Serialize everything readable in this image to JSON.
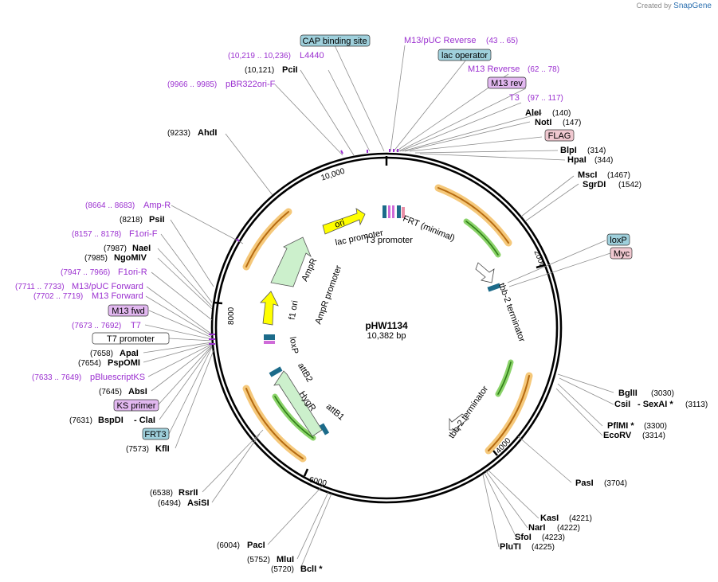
{
  "app": {
    "watermark_prefix": "Created by",
    "watermark_brand": "SnapGene"
  },
  "plasmid": {
    "name": "pHW1134",
    "length": "10,382 bp"
  },
  "ticks": {
    "t10000": "10,000",
    "t2000": "2000",
    "t4000": "4000",
    "t6000": "6000",
    "t8000": "8000"
  },
  "colors": {
    "purple": "#9b30d0",
    "feature_blue": "#9fd0dc",
    "feature_pink": "#f0c8d0",
    "feature_purple": "#e2b8f0",
    "promoter_green": "#ccf0cc",
    "ori_yellow": "#ffff00",
    "orange_halo": "#f5c87a",
    "green_halo": "#8bd36a"
  },
  "labels": {
    "cap": "CAP binding site",
    "m13puc_rev": "M13/pUC Reverse",
    "m13puc_rev_pos": "(43 .. 65)",
    "lac_op": "lac operator",
    "m13rev": "M13 Reverse",
    "m13rev_pos": "(62 .. 78)",
    "m13rev_box": "M13 rev",
    "t3": "T3",
    "t3_pos": "(97 .. 117)",
    "alei": "AleI",
    "alei_pos": "(140)",
    "noti": "NotI",
    "noti_pos": "(147)",
    "flag": "FLAG",
    "blpi": "BlpI",
    "blpi_pos": "(314)",
    "hpai": "HpaI",
    "hpai_pos": "(344)",
    "msci": "MscI",
    "msci_pos": "(1467)",
    "sgrdi": "SgrDI",
    "sgrdi_pos": "(1542)",
    "loxp_box": "loxP",
    "myc_box": "Myc",
    "bglii": "BglII",
    "bglii_pos": "(3030)",
    "csii": "CsiI",
    "sexai": "- SexAI *",
    "csii_pos": "(3113)",
    "pflmi": "PflMI *",
    "pflmi_pos": "(3300)",
    "ecorv": "EcoRV",
    "ecorv_pos": "(3314)",
    "pasi": "PasI",
    "pasi_pos": "(3704)",
    "kasi": "KasI",
    "kasi_pos": "(4221)",
    "nari": "NarI",
    "nari_pos": "(4222)",
    "sfoi": "SfoI",
    "sfoi_pos": "(4223)",
    "pluti": "PluTI",
    "pluti_pos": "(4225)",
    "l4440": "L4440",
    "l4440_pos": "(10,219 .. 10,236)",
    "pcii": "PciI",
    "pcii_pos": "(10,121)",
    "pbr": "pBR322ori-F",
    "pbr_pos": "(9966 .. 9985)",
    "ahdi": "AhdI",
    "ahdi_pos": "(9233)",
    "ampr": "Amp-R",
    "ampr_pos": "(8664 .. 8683)",
    "psii": "PsiI",
    "psii_pos": "(8218)",
    "f1orif": "F1ori-F",
    "f1orif_pos": "(8157 .. 8178)",
    "naei": "NaeI",
    "naei_pos": "(7987)",
    "ngomiv": "NgoMIV",
    "ngomiv_pos": "(7985)",
    "f1orir": "F1ori-R",
    "f1orir_pos": "(7947 .. 7966)",
    "m13puc_fwd": "M13/pUC Forward",
    "m13puc_fwd_pos": "(7711 .. 7733)",
    "m13fwd": "M13 Forward",
    "m13fwd_pos": "(7702 .. 7719)",
    "m13fwd_box": "M13 fwd",
    "t7": "T7",
    "t7_pos": "(7673 .. 7692)",
    "t7prom": "T7 promoter",
    "apai": "ApaI",
    "apai_pos": "(7658)",
    "pspomi": "PspOMI",
    "pspomi_pos": "(7654)",
    "pbks": "pBluescriptKS",
    "pbks_pos": "(7633 .. 7649)",
    "absi": "AbsI",
    "absi_pos": "(7645)",
    "ksprimer": "KS primer",
    "bspdi": "BspDI",
    "clai": "- ClaI",
    "bspdi_pos": "(7631)",
    "frt3": "FRT3",
    "kfli": "KflI",
    "kfli_pos": "(7573)",
    "rsrii": "RsrII",
    "rsrii_pos": "(6538)",
    "asisi": "AsiSI",
    "asisi_pos": "(6494)",
    "paci": "PacI",
    "paci_pos": "(6004)",
    "mlui": "MluI",
    "mlui_pos": "(5752)",
    "bcli": "BclI *",
    "bcli_pos": "(5720)"
  },
  "inner_labels": {
    "ori": "ori",
    "lac_promoter": "lac promoter",
    "t3_promoter": "T3 promoter",
    "frt_minimal": "FRT (minimal)",
    "ampr": "AmpR",
    "ampr_promoter": "AmpR promoter",
    "f1ori": "f1 ori",
    "loxp": "loxP",
    "attb2": "attB2",
    "hygr": "HygR",
    "attb1": "attB1",
    "tbb2_term_1": "tbb-2 terminator",
    "tbb2_term_2": "tbb-2 terminator"
  }
}
